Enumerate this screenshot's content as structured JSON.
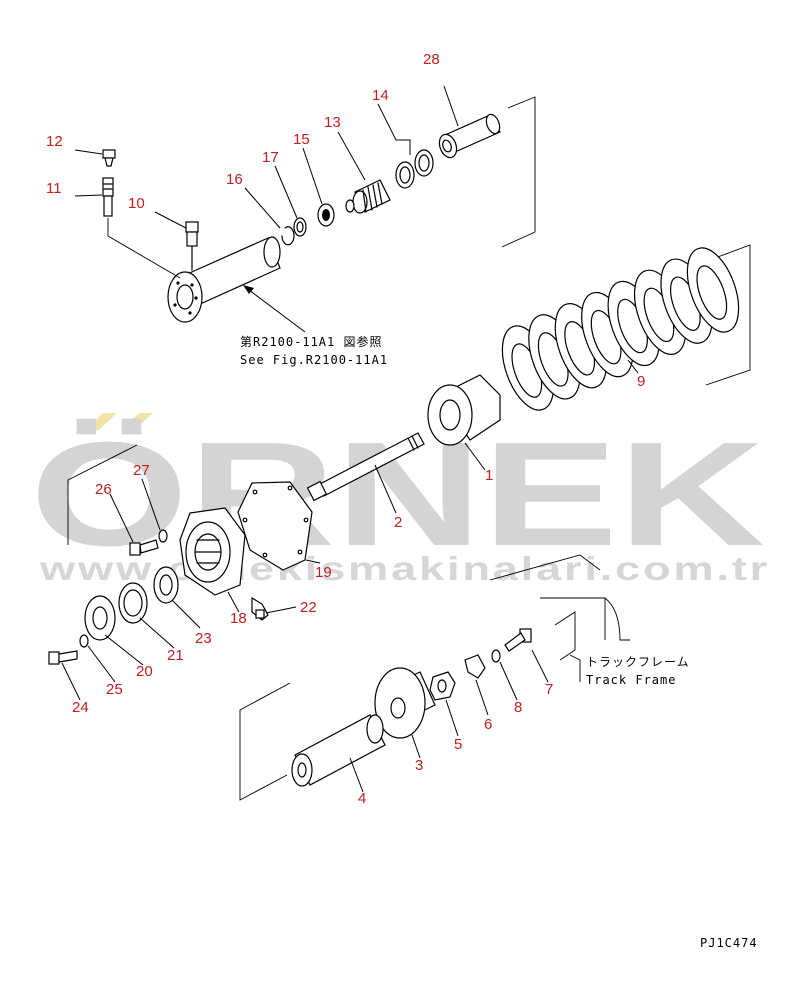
{
  "watermark": {
    "brand": "ÖRNEK",
    "url": "www.ornekismakinalari.com.tr",
    "accent_color": "#f1e4a8",
    "text_color": "#d4d4d4"
  },
  "notes": {
    "see_fig_jp": "第R2100-11A1 図参照",
    "see_fig_en": "See Fig.R2100-11A1",
    "track_frame_jp": "トラックフレーム",
    "track_frame_en": "Track Frame",
    "drawing_code": "PJ1C474"
  },
  "callouts": [
    {
      "id": "c1",
      "label": "1"
    },
    {
      "id": "c2",
      "label": "2"
    },
    {
      "id": "c3",
      "label": "3"
    },
    {
      "id": "c4",
      "label": "4"
    },
    {
      "id": "c5",
      "label": "5"
    },
    {
      "id": "c6",
      "label": "6"
    },
    {
      "id": "c7",
      "label": "7"
    },
    {
      "id": "c8",
      "label": "8"
    },
    {
      "id": "c9",
      "label": "9"
    },
    {
      "id": "c10",
      "label": "10"
    },
    {
      "id": "c11",
      "label": "11"
    },
    {
      "id": "c12",
      "label": "12"
    },
    {
      "id": "c13",
      "label": "13"
    },
    {
      "id": "c14",
      "label": "14"
    },
    {
      "id": "c15",
      "label": "15"
    },
    {
      "id": "c16",
      "label": "16"
    },
    {
      "id": "c17",
      "label": "17"
    },
    {
      "id": "c18",
      "label": "18"
    },
    {
      "id": "c19",
      "label": "19"
    },
    {
      "id": "c20",
      "label": "20"
    },
    {
      "id": "c21",
      "label": "21"
    },
    {
      "id": "c22",
      "label": "22"
    },
    {
      "id": "c23",
      "label": "23"
    },
    {
      "id": "c24",
      "label": "24"
    },
    {
      "id": "c25",
      "label": "25"
    },
    {
      "id": "c26",
      "label": "26"
    },
    {
      "id": "c27",
      "label": "27"
    },
    {
      "id": "c28",
      "label": "28"
    }
  ],
  "callout_color": "#c02020"
}
